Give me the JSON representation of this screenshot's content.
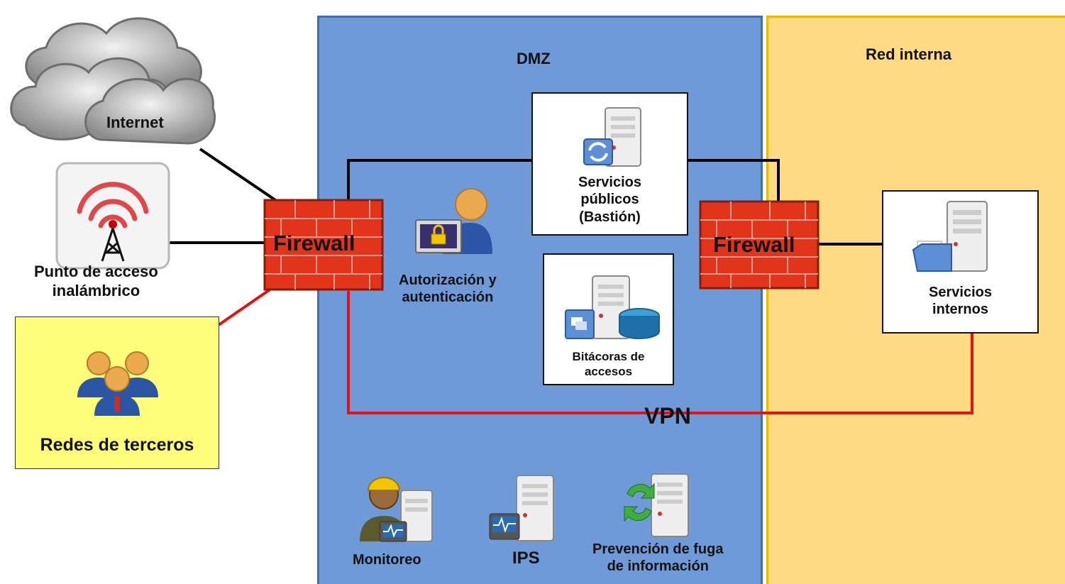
{
  "zones": {
    "dmz": "DMZ",
    "internal": "Red interna"
  },
  "nodes": {
    "internet": "Internet",
    "wireless": [
      "Punto de acceso",
      "inalámbrico"
    ],
    "third_party": "Redes de terceros",
    "firewall_left": "Firewall",
    "firewall_right": "Firewall",
    "public_services": [
      "Servicios",
      "públicos",
      "(Bastión)"
    ],
    "auth": [
      "Autorización y",
      "autenticación"
    ],
    "logs": [
      "Bitácoras de",
      "accesos"
    ],
    "internal_services": [
      "Servicios",
      "internos"
    ],
    "vpn": "VPN",
    "monitoring": "Monitoreo",
    "ips": "IPS",
    "dlp": [
      "Prevención de fuga",
      "de información"
    ]
  },
  "colors": {
    "dmz": "#6e9ad8",
    "internal": "#fedb82",
    "third_party": "#fefe7a",
    "firewall": "#e2331b",
    "wire": "#000000",
    "vpn_wire": "#e81010"
  }
}
